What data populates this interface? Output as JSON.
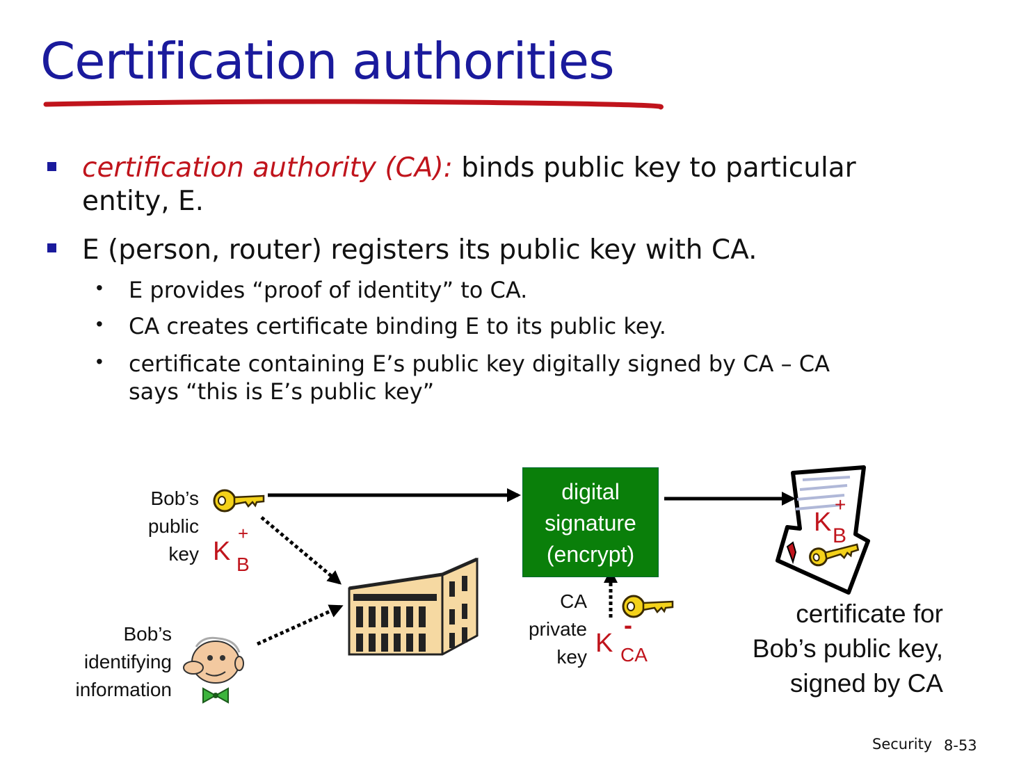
{
  "title": "Certification authorities",
  "bullets": [
    {
      "emph": "certification authority (CA):",
      "text_line1": " binds public key to particular",
      "text_line2": "entity, E."
    },
    {
      "text": "E (person, router) registers its public key with CA.",
      "sub": [
        "E provides “proof of identity” to CA.",
        "CA creates certificate binding E to its public key."
      ],
      "sub3_line1": "certificate containing E’s public key digitally signed by CA – CA",
      "sub3_line2": "says “this is E’s public key”"
    }
  ],
  "diagram": {
    "bob_key_label": [
      "Bob’s",
      "public",
      "key"
    ],
    "kb_symbol": "K",
    "kb_sup": "+",
    "kb_sub": "B",
    "bob_info_label": [
      "Bob’s",
      "identifying",
      "information"
    ],
    "sig_box": [
      "digital",
      "signature",
      "(encrypt)"
    ],
    "ca_key_label": [
      "CA",
      "private",
      "key"
    ],
    "kca_symbol": "K",
    "kca_sup": "-",
    "kca_sub": "CA",
    "cert_kb_symbol": "K",
    "cert_kb_sup": "+",
    "cert_kb_sub": "B",
    "cert_caption": [
      "certificate for",
      "Bob’s public key,",
      "signed by CA"
    ]
  },
  "footer": {
    "section": "Security",
    "page": "8-53"
  },
  "colors": {
    "title": "#1a1a9c",
    "emphasis": "#c0141c",
    "sig_box": "#0a7f0a",
    "key": "#f4d21a"
  }
}
